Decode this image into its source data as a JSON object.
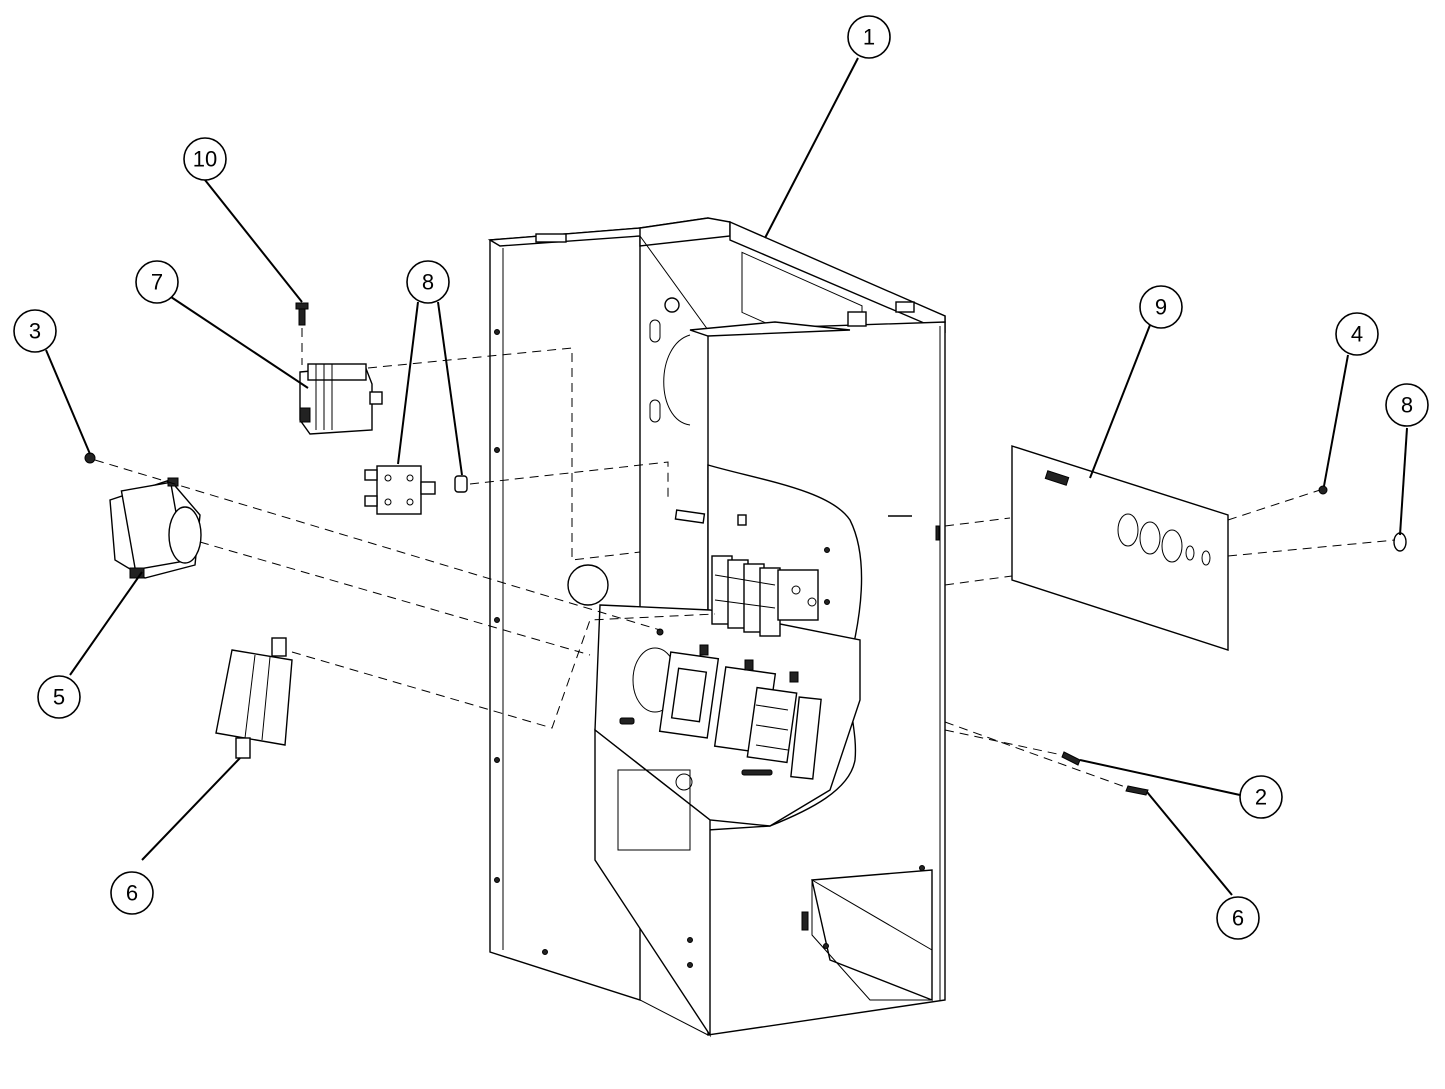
{
  "callouts": [
    {
      "id": "callout-1",
      "label": "1"
    },
    {
      "id": "callout-2",
      "label": "2"
    },
    {
      "id": "callout-3",
      "label": "3"
    },
    {
      "id": "callout-4",
      "label": "4"
    },
    {
      "id": "callout-5",
      "label": "5"
    },
    {
      "id": "callout-6a",
      "label": "6"
    },
    {
      "id": "callout-6b",
      "label": "6"
    },
    {
      "id": "callout-7",
      "label": "7"
    },
    {
      "id": "callout-8a",
      "label": "8"
    },
    {
      "id": "callout-8b",
      "label": "8"
    },
    {
      "id": "callout-9",
      "label": "9"
    },
    {
      "id": "callout-10",
      "label": "10"
    }
  ]
}
